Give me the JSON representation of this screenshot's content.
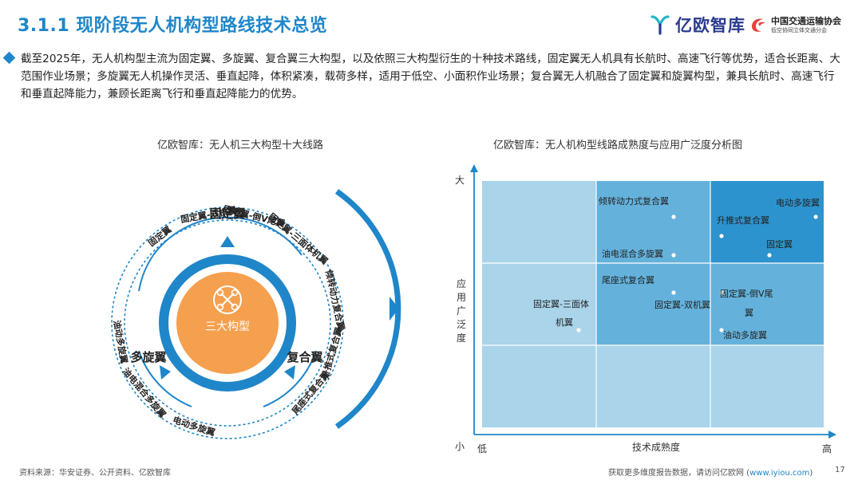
{
  "header": {
    "title": "3.1.1 现阶段无人机构型路线技术总览",
    "logo_primary": "亿欧智库",
    "logo_secondary_line1": "中国交通运输协会",
    "logo_secondary_line2": "低空协同立体交通分会"
  },
  "intro": {
    "text": "截至2025年，无人机构型主流为固定翼、多旋翼、复合翼三大构型，以及依照三大构型衍生的十种技术路线，固定翼无人机具有长航时、高速飞行等优势，适合长距离、大范围作业场景；多旋翼无人机操作灵活、垂直起降，体积紧凑，载荷多样，适用于低空、小面积作业场景；复合翼无人机融合了固定翼和旋翼构型，兼具长航时、高速飞行和垂直起降能力，兼顾长距离飞行和垂直起降能力的优势。"
  },
  "figure_left": {
    "title": "亿欧智库：无人机三大构型十大线路",
    "center_label": "三大构型",
    "categories": [
      "固定翼",
      "多旋翼",
      "复合翼"
    ],
    "routes": [
      {
        "label": "固定翼-三面体机翼"
      },
      {
        "label": "倾转动力复合翼"
      },
      {
        "label": "升推式复合翼"
      },
      {
        "label": "尾座式复合翼"
      },
      {
        "label": "电动多旋翼"
      },
      {
        "label": "油电混合多旋翼"
      },
      {
        "label": "油动多旋翼"
      },
      {
        "label": "固定翼"
      },
      {
        "label": "固定翼-双机翼"
      },
      {
        "label": "固定翼-倒V尾翼"
      }
    ],
    "colors": {
      "ring": "#1f86c9",
      "center": "#f5a04f",
      "dash": "#1f86c9"
    }
  },
  "figure_right": {
    "title": "亿欧智库：无人机构型线路成熟度与应用广泛度分析图",
    "y_axis_label": "应用广泛度",
    "y_high": "大",
    "y_low": "小",
    "x_axis_label": "技术成熟度",
    "x_low": "低",
    "x_high": "高",
    "cell_colors": {
      "light": "#a9d4ea",
      "mid": "#64b2dc",
      "dark": "#2d93ce"
    },
    "points": [
      {
        "label": "倾转动力式复合翼"
      },
      {
        "label": "电动多旋翼"
      },
      {
        "label": "升推式复合翼"
      },
      {
        "label": "固定翼"
      },
      {
        "label": "油电混合多旋翼"
      },
      {
        "label": "尾座式复合翼"
      },
      {
        "label": "固定翼-倒V尾"
      },
      {
        "label": "翼"
      },
      {
        "label": "固定翼-双机翼"
      },
      {
        "label": "固定翼-三面体"
      },
      {
        "label": "机翼"
      },
      {
        "label": "油动多旋翼"
      }
    ]
  },
  "footer": {
    "source": "资料来源：华安证券、公开资料、亿欧智库",
    "more_prefix": "获取更多维度报告数据，请访问亿欧网 (",
    "link": "www.iyiou.com",
    "more_suffix": ")",
    "page": "17"
  }
}
